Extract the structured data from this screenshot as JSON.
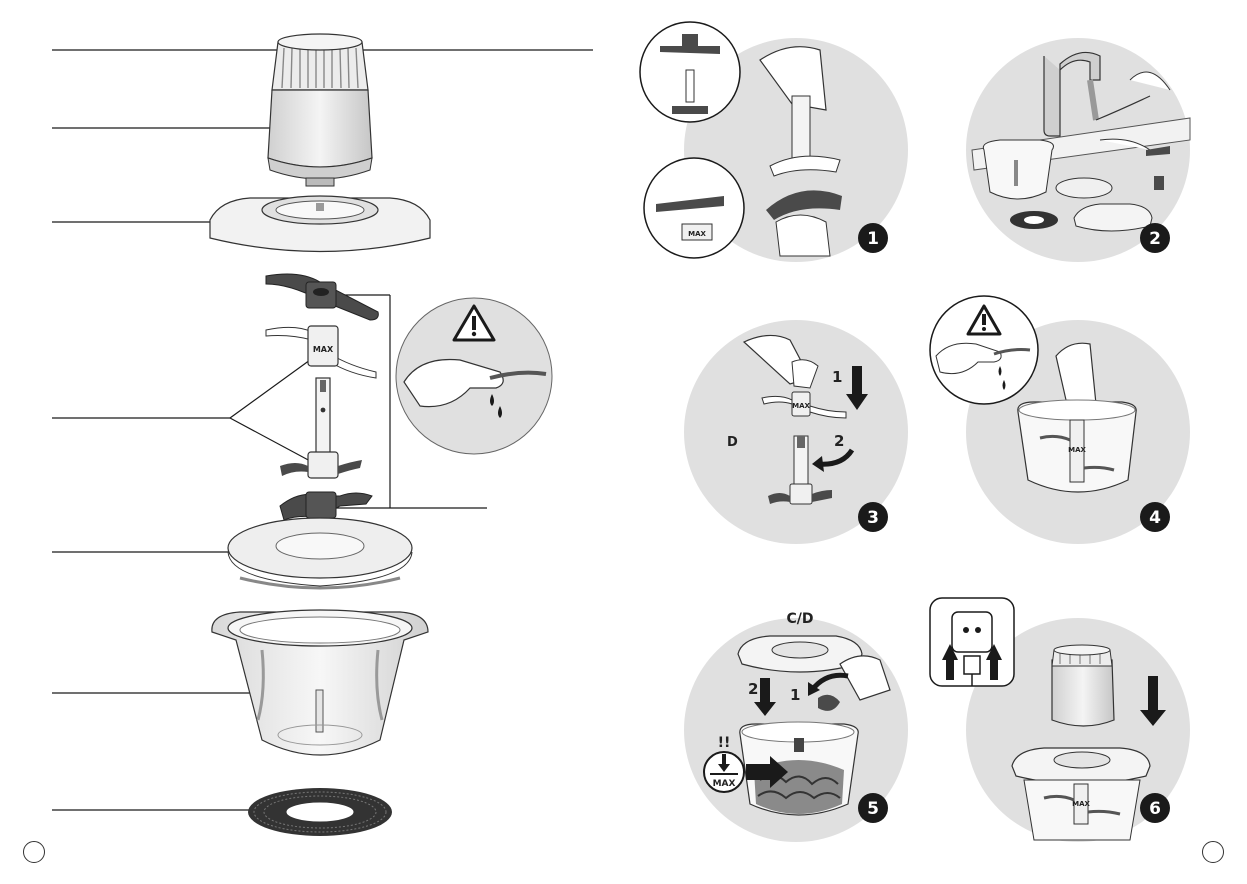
{
  "steps": [
    {
      "number": "1"
    },
    {
      "number": "2"
    },
    {
      "number": "3",
      "sub_labels": [
        "1",
        "2"
      ],
      "side_label": "D"
    },
    {
      "number": "4"
    },
    {
      "number": "5",
      "top_label": "C/D",
      "sub_labels": [
        "2",
        "1"
      ],
      "attention": "!!"
    },
    {
      "number": "6"
    }
  ],
  "part_text": {
    "blade_marking": "MAX",
    "max_level": "MAX"
  },
  "colors": {
    "line": "#1a1a1a",
    "grey_circle": "#e0e0e0",
    "dark_part": "#4a4a4a",
    "badge": "#1a1a1a"
  }
}
